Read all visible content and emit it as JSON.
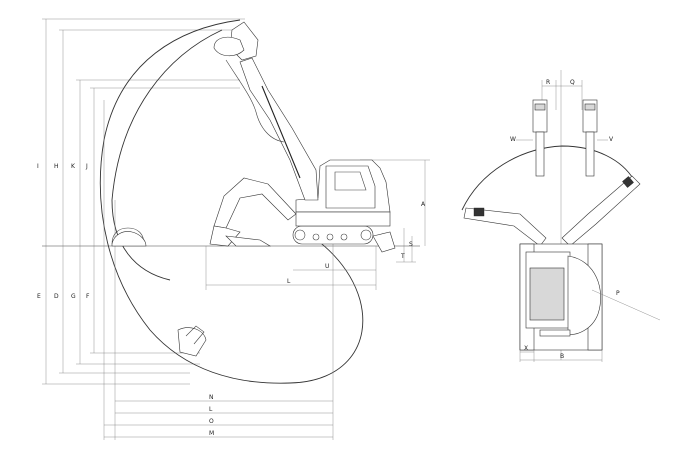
{
  "side_view": {
    "dimension_labels": {
      "I": "I",
      "H": "H",
      "K": "K",
      "J": "J",
      "E": "E",
      "D": "D",
      "G": "G",
      "F": "F",
      "A": "A",
      "T": "T",
      "S": "S",
      "U": "U",
      "L_upper": "L",
      "N": "N",
      "L": "L",
      "O": "O",
      "M": "M"
    }
  },
  "top_view": {
    "dimension_labels": {
      "R": "R",
      "Q": "Q",
      "W": "W",
      "V": "V",
      "P": "P",
      "X": "X",
      "B": "B"
    }
  },
  "colors": {
    "line": "#444444",
    "background": "#ffffff"
  }
}
